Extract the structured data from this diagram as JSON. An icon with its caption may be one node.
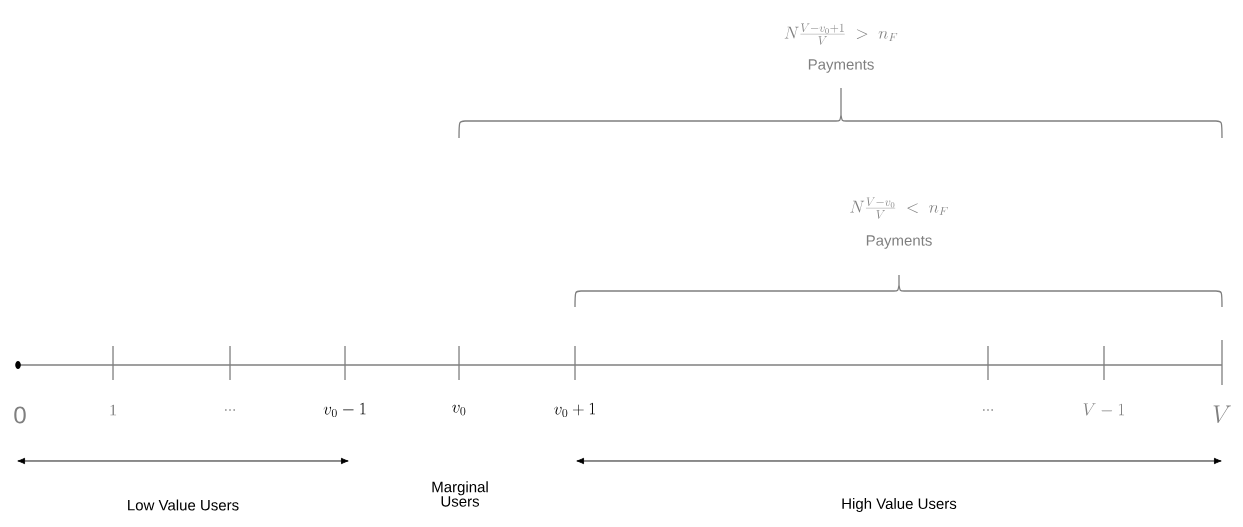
{
  "diagram": {
    "labels": [
      "N\\frac{V-v_0+1}{V} \\;>\\; n_F",
      "Payments",
      "N\\frac{V-v_0}{V} \\;<\\; n_F",
      "Payments",
      "0",
      "1",
      "...",
      "v_0-1",
      "v_0",
      "v_0+1",
      "...",
      "V-1",
      "V",
      "Low Value Users",
      "Marginal Users",
      "High Value Users"
    ]
  }
}
